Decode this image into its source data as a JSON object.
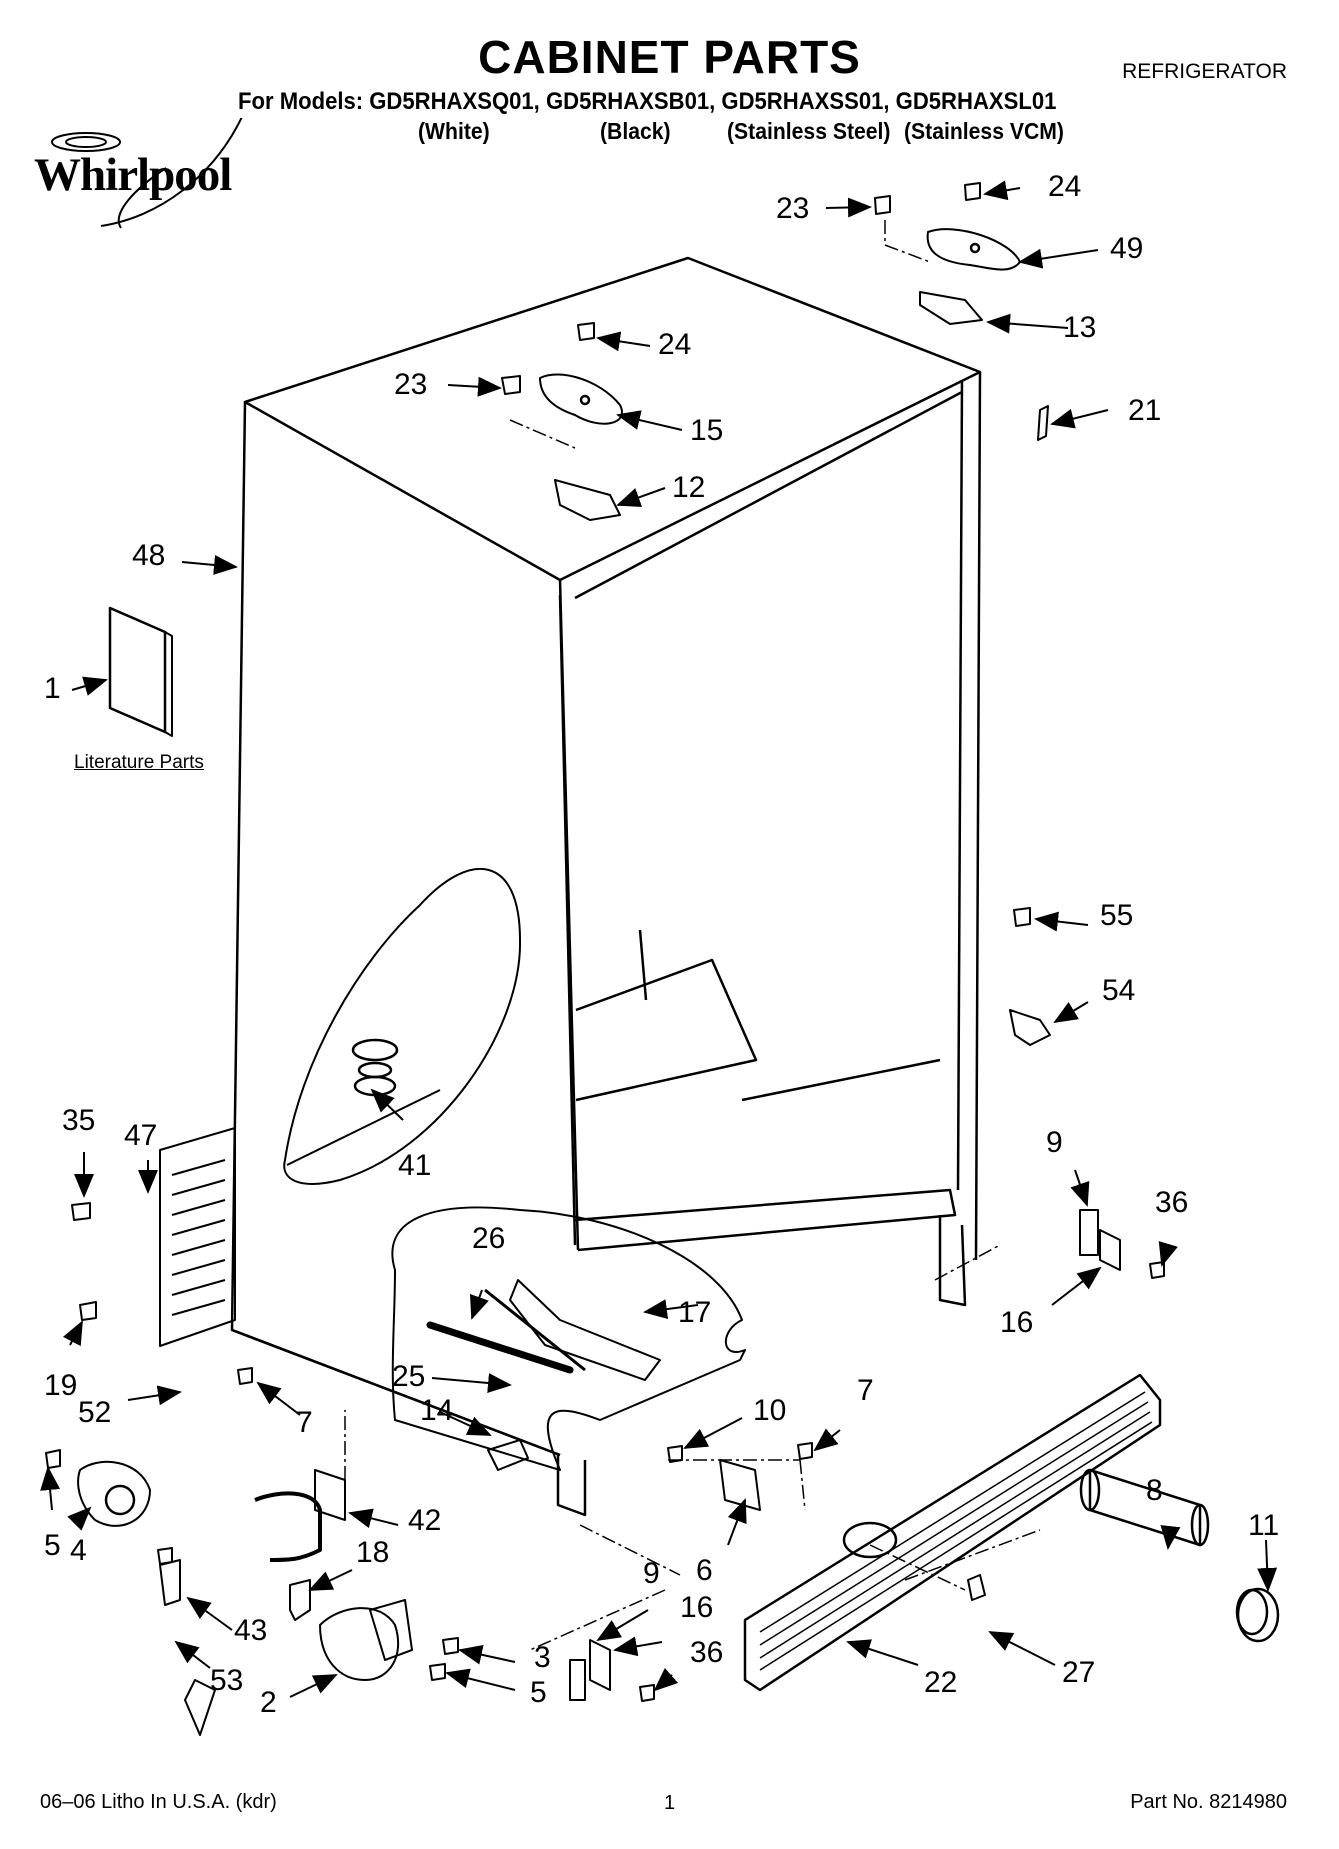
{
  "header": {
    "title": "CABINET PARTS",
    "category": "REFRIGERATOR",
    "models_line": "For Models: GD5RHAXSQ01, GD5RHAXSB01, GD5RHAXSS01, GD5RHAXSL01",
    "variants": [
      "(White)",
      "(Black)",
      "(Stainless Steel)",
      "(Stainless VCM)"
    ]
  },
  "brand": {
    "logo_text": "Whirlpool"
  },
  "literature_label": "Literature Parts",
  "callouts": [
    {
      "id": "c48",
      "label": "48"
    },
    {
      "id": "c1",
      "label": "1"
    },
    {
      "id": "c23a",
      "label": "23"
    },
    {
      "id": "c24a",
      "label": "24"
    },
    {
      "id": "c15",
      "label": "15"
    },
    {
      "id": "c12",
      "label": "12"
    },
    {
      "id": "c23b",
      "label": "23"
    },
    {
      "id": "c24b",
      "label": "24"
    },
    {
      "id": "c49",
      "label": "49"
    },
    {
      "id": "c13",
      "label": "13"
    },
    {
      "id": "c21",
      "label": "21"
    },
    {
      "id": "c55",
      "label": "55"
    },
    {
      "id": "c54",
      "label": "54"
    },
    {
      "id": "c41",
      "label": "41"
    },
    {
      "id": "c35",
      "label": "35"
    },
    {
      "id": "c47",
      "label": "47"
    },
    {
      "id": "c19",
      "label": "19"
    },
    {
      "id": "c52",
      "label": "52"
    },
    {
      "id": "c7a",
      "label": "7"
    },
    {
      "id": "c26",
      "label": "26"
    },
    {
      "id": "c17",
      "label": "17"
    },
    {
      "id": "c25",
      "label": "25"
    },
    {
      "id": "c14",
      "label": "14"
    },
    {
      "id": "c10",
      "label": "10"
    },
    {
      "id": "c7b",
      "label": "7"
    },
    {
      "id": "c9a",
      "label": "9"
    },
    {
      "id": "c36a",
      "label": "36"
    },
    {
      "id": "c16a",
      "label": "16"
    },
    {
      "id": "c5a",
      "label": "5"
    },
    {
      "id": "c4",
      "label": "4"
    },
    {
      "id": "c42",
      "label": "42"
    },
    {
      "id": "c18",
      "label": "18"
    },
    {
      "id": "c43",
      "label": "43"
    },
    {
      "id": "c53",
      "label": "53"
    },
    {
      "id": "c2",
      "label": "2"
    },
    {
      "id": "c3",
      "label": "3"
    },
    {
      "id": "c5b",
      "label": "5"
    },
    {
      "id": "c9b",
      "label": "9"
    },
    {
      "id": "c16b",
      "label": "16"
    },
    {
      "id": "c36b",
      "label": "36"
    },
    {
      "id": "c6",
      "label": "6"
    },
    {
      "id": "c8",
      "label": "8"
    },
    {
      "id": "c11",
      "label": "11"
    },
    {
      "id": "c22",
      "label": "22"
    },
    {
      "id": "c27",
      "label": "27"
    }
  ],
  "footer": {
    "print_info": "06–06 Litho In U.S.A. (kdr)",
    "page": "1",
    "part_no": "Part No. 8214980"
  }
}
